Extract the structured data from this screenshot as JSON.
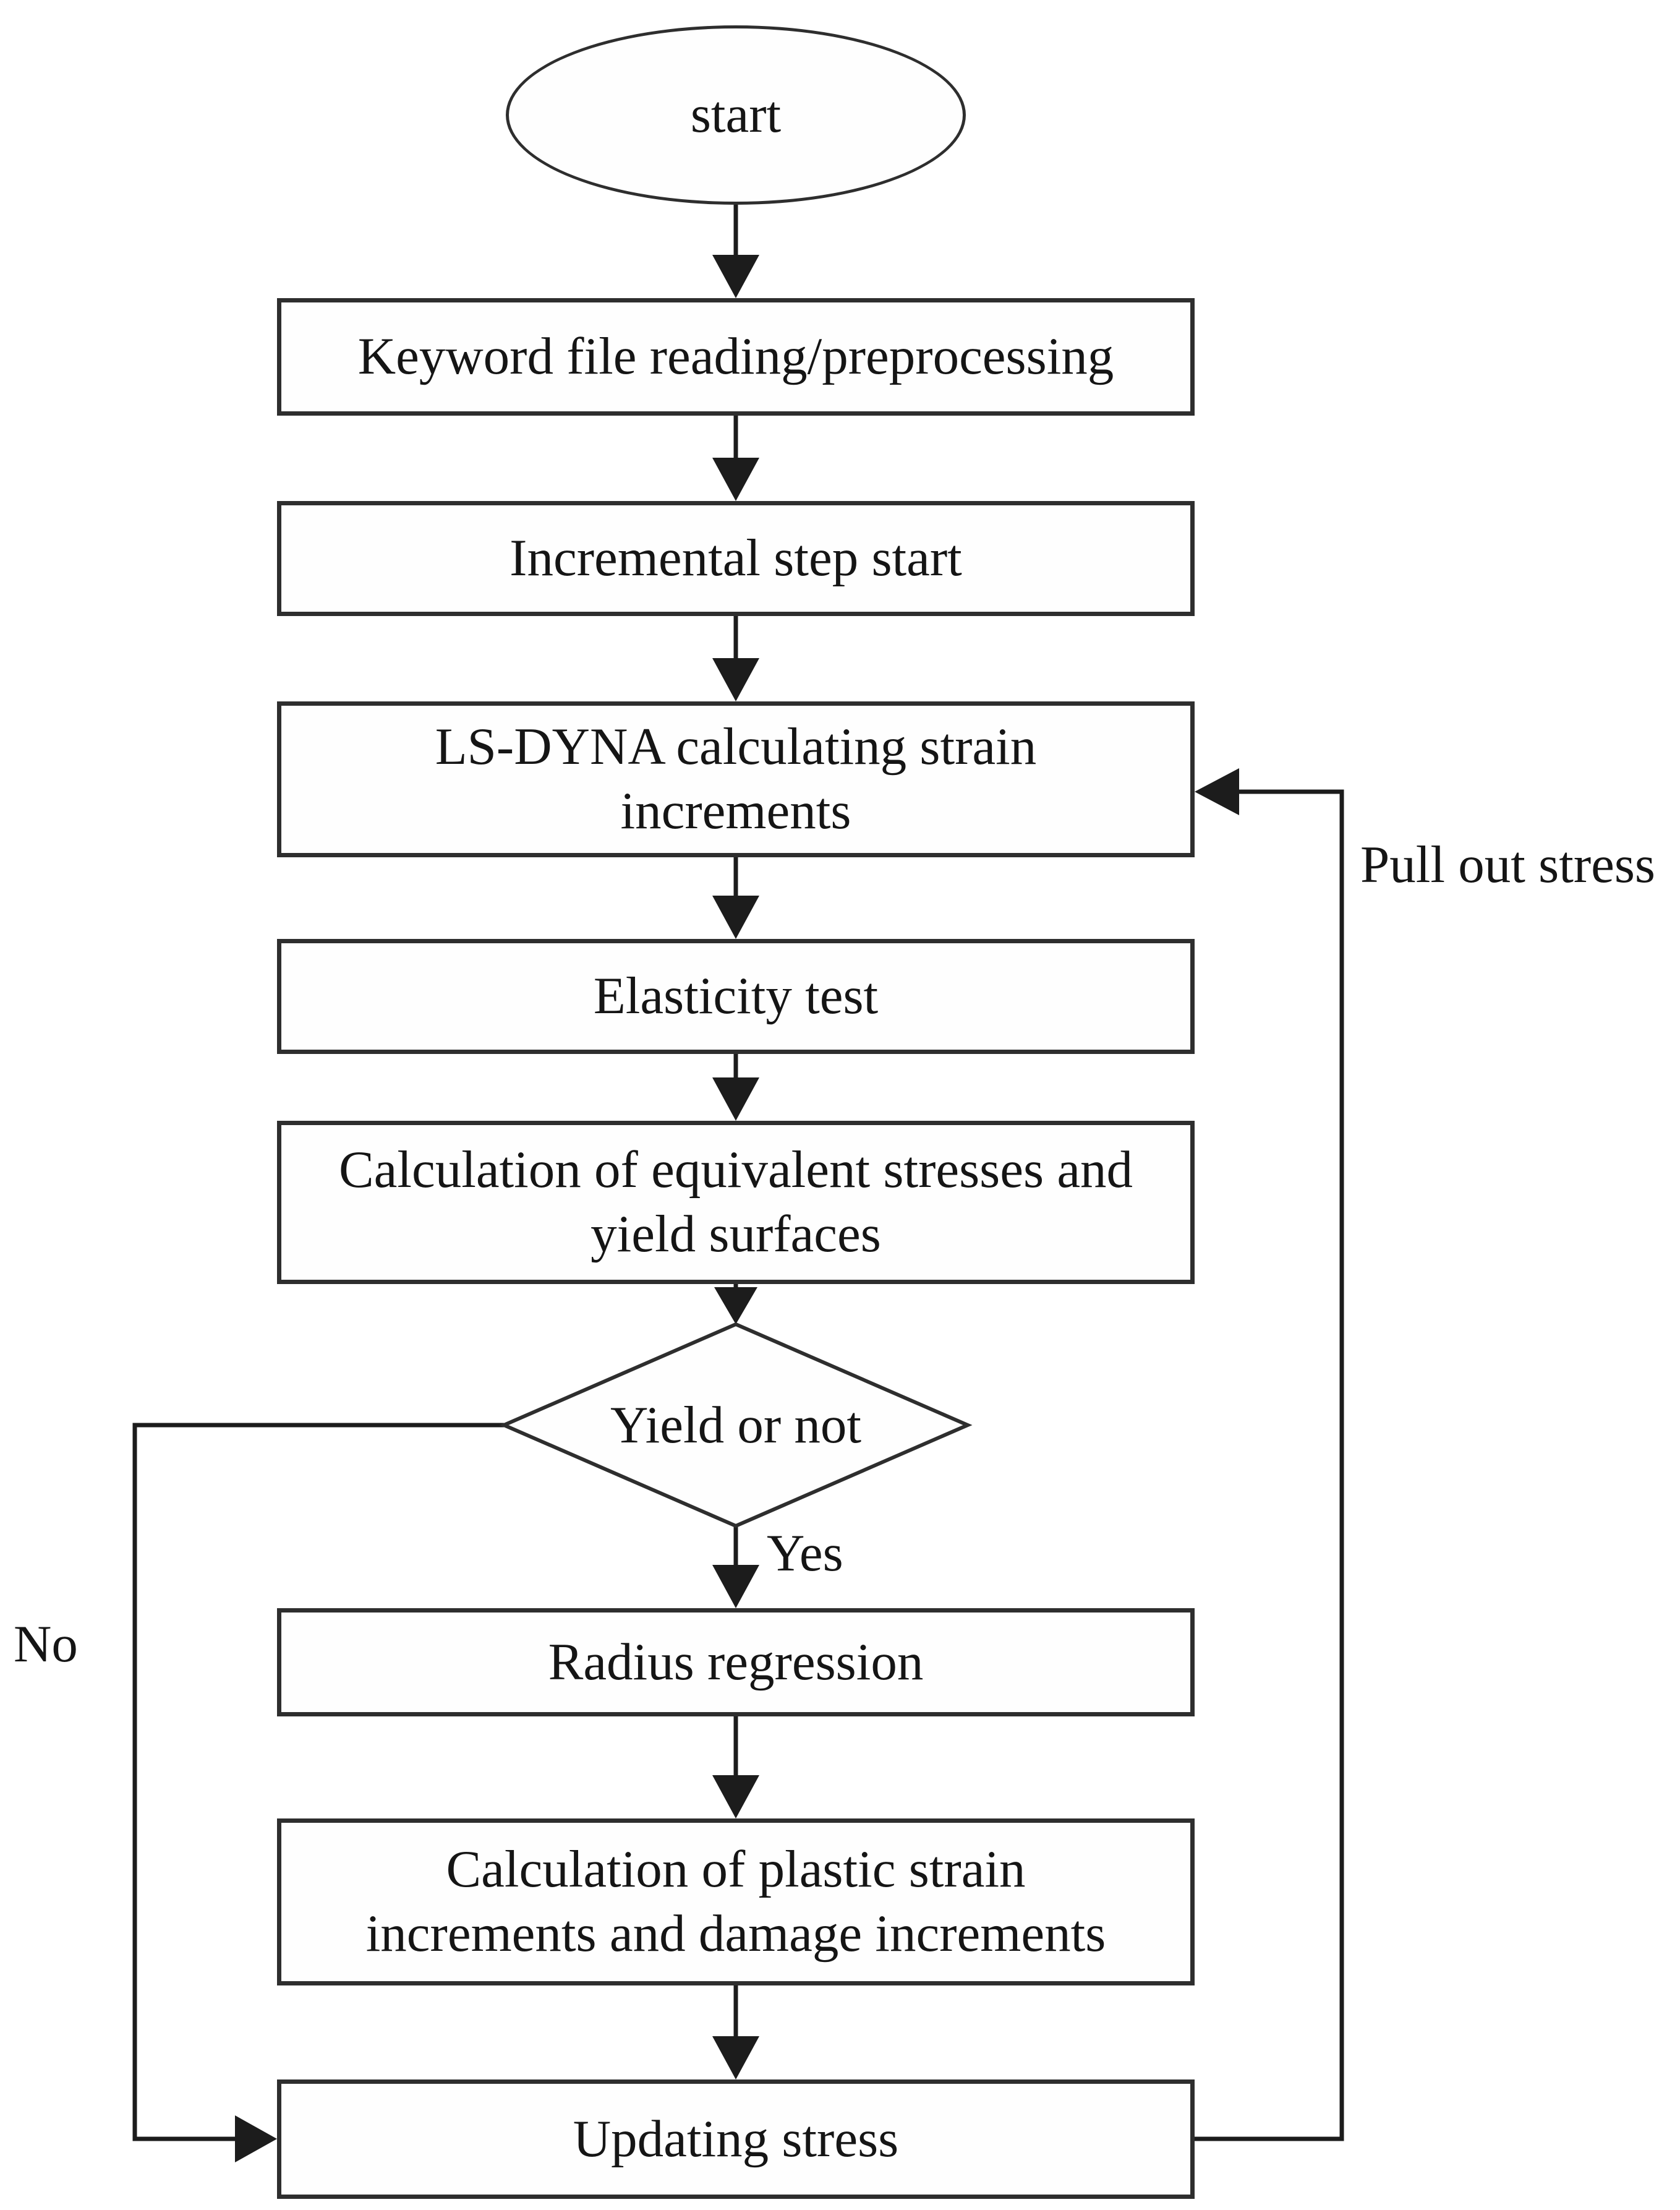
{
  "flowchart": {
    "nodes": {
      "start": {
        "label": "start",
        "shape": "ellipse"
      },
      "keyword": {
        "label": "Keyword file reading/preprocessing",
        "shape": "rect"
      },
      "incremental": {
        "label": "Incremental step start",
        "shape": "rect"
      },
      "lsdyna": {
        "label": "LS-DYNA calculating strain increments",
        "shape": "rect"
      },
      "elasticity": {
        "label": "Elasticity test",
        "shape": "rect"
      },
      "equivalent": {
        "label": "Calculation of equivalent stresses and yield surfaces",
        "shape": "rect"
      },
      "yield": {
        "label": "Yield or not",
        "shape": "diamond"
      },
      "radius": {
        "label": "Radius regression",
        "shape": "rect"
      },
      "plastic": {
        "label": "Calculation of plastic strain increments and damage increments",
        "shape": "rect"
      },
      "updating": {
        "label": "Updating stress",
        "shape": "rect"
      }
    },
    "labels": {
      "yes": "Yes",
      "no": "No",
      "pull_out_stress": "Pull out stress"
    },
    "edges": [
      {
        "from": "start",
        "to": "keyword"
      },
      {
        "from": "keyword",
        "to": "incremental"
      },
      {
        "from": "incremental",
        "to": "lsdyna"
      },
      {
        "from": "lsdyna",
        "to": "elasticity"
      },
      {
        "from": "elasticity",
        "to": "equivalent"
      },
      {
        "from": "equivalent",
        "to": "yield"
      },
      {
        "from": "yield",
        "to": "radius",
        "label": "Yes"
      },
      {
        "from": "yield",
        "to": "updating",
        "label": "No"
      },
      {
        "from": "radius",
        "to": "plastic"
      },
      {
        "from": "plastic",
        "to": "updating"
      },
      {
        "from": "updating",
        "to": "lsdyna",
        "label": "Pull out stress"
      }
    ],
    "colors": {
      "background": "#ffffff",
      "line": "#1c1c1c",
      "box_border": "#2e2e2e",
      "text": "#151515"
    }
  }
}
